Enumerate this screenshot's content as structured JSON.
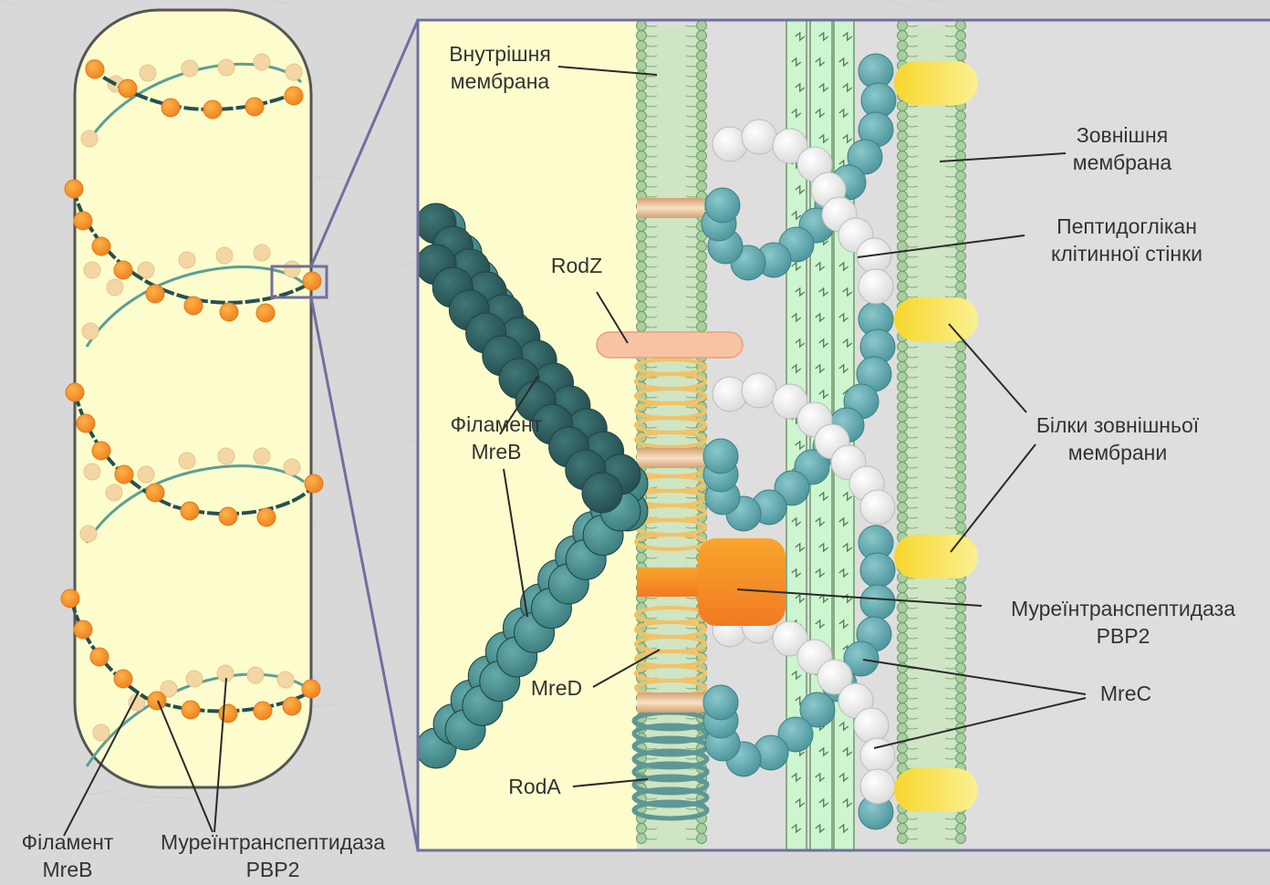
{
  "labels": {
    "inner_membrane": [
      "Внутрішня",
      "мембрана"
    ],
    "outer_membrane": [
      "Зовнішня",
      "мембрана"
    ],
    "peptidoglycan": [
      "Пептидоглікан",
      "клітинної стінки"
    ],
    "outer_membrane_proteins": [
      "Білки зовнішньої",
      "мембрани"
    ],
    "rodz": "RodZ",
    "mreb_filament": [
      "Філамент",
      "MreB"
    ],
    "pbp2": [
      "Муреїнтранспептидаза",
      "PBP2"
    ],
    "mrec": "MreC",
    "mred": "MreD",
    "roda": "RodA",
    "cell_mreb_filament": [
      "Філамент",
      "MreB"
    ],
    "cell_pbp2": [
      "Муреїнтранспептидаза",
      "PBP2"
    ]
  },
  "colors": {
    "background": "#d8d8d8",
    "cytoplasm": "#fdfccd",
    "membrane": "#a7cf9f",
    "peptidoglycan": "#cdf5cf",
    "mreb_dark": "#2f6464",
    "mreb_light": "#4d9595",
    "mrec": "#5fa8ad",
    "pbp_orange": "#f59a2b",
    "rodz": "#f7c3a3",
    "mred_loop": "#f2c266",
    "roda": "#5f9796",
    "omp_yellow": "#f3d73c",
    "frame": "#6f6fa0",
    "filament_line": "#245050"
  }
}
